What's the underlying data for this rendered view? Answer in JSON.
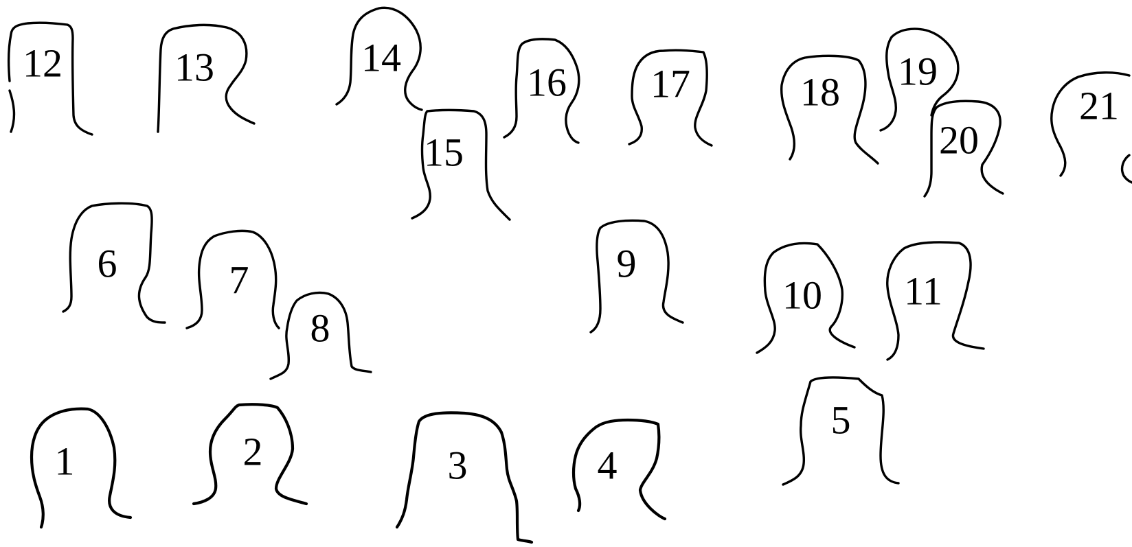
{
  "figure": {
    "description_labels": [
      "1",
      "2",
      "3",
      "4",
      "5",
      "6",
      "7",
      "8",
      "9",
      "10",
      "11",
      "12",
      "13",
      "14",
      "15",
      "16",
      "17",
      "18",
      "19",
      "20",
      "21"
    ]
  },
  "heads": [
    {
      "label": "1"
    },
    {
      "label": "2"
    },
    {
      "label": "3"
    },
    {
      "label": "4"
    },
    {
      "label": "5"
    },
    {
      "label": "6"
    },
    {
      "label": "7"
    },
    {
      "label": "8"
    },
    {
      "label": "9"
    },
    {
      "label": "10"
    },
    {
      "label": "11"
    },
    {
      "label": "12"
    },
    {
      "label": "13"
    },
    {
      "label": "14"
    },
    {
      "label": "15"
    },
    {
      "label": "16"
    },
    {
      "label": "17"
    },
    {
      "label": "18"
    },
    {
      "label": "19"
    },
    {
      "label": "20"
    },
    {
      "label": "21"
    }
  ],
  "colors": {
    "stroke": "#000000",
    "background": "#ffffff"
  }
}
